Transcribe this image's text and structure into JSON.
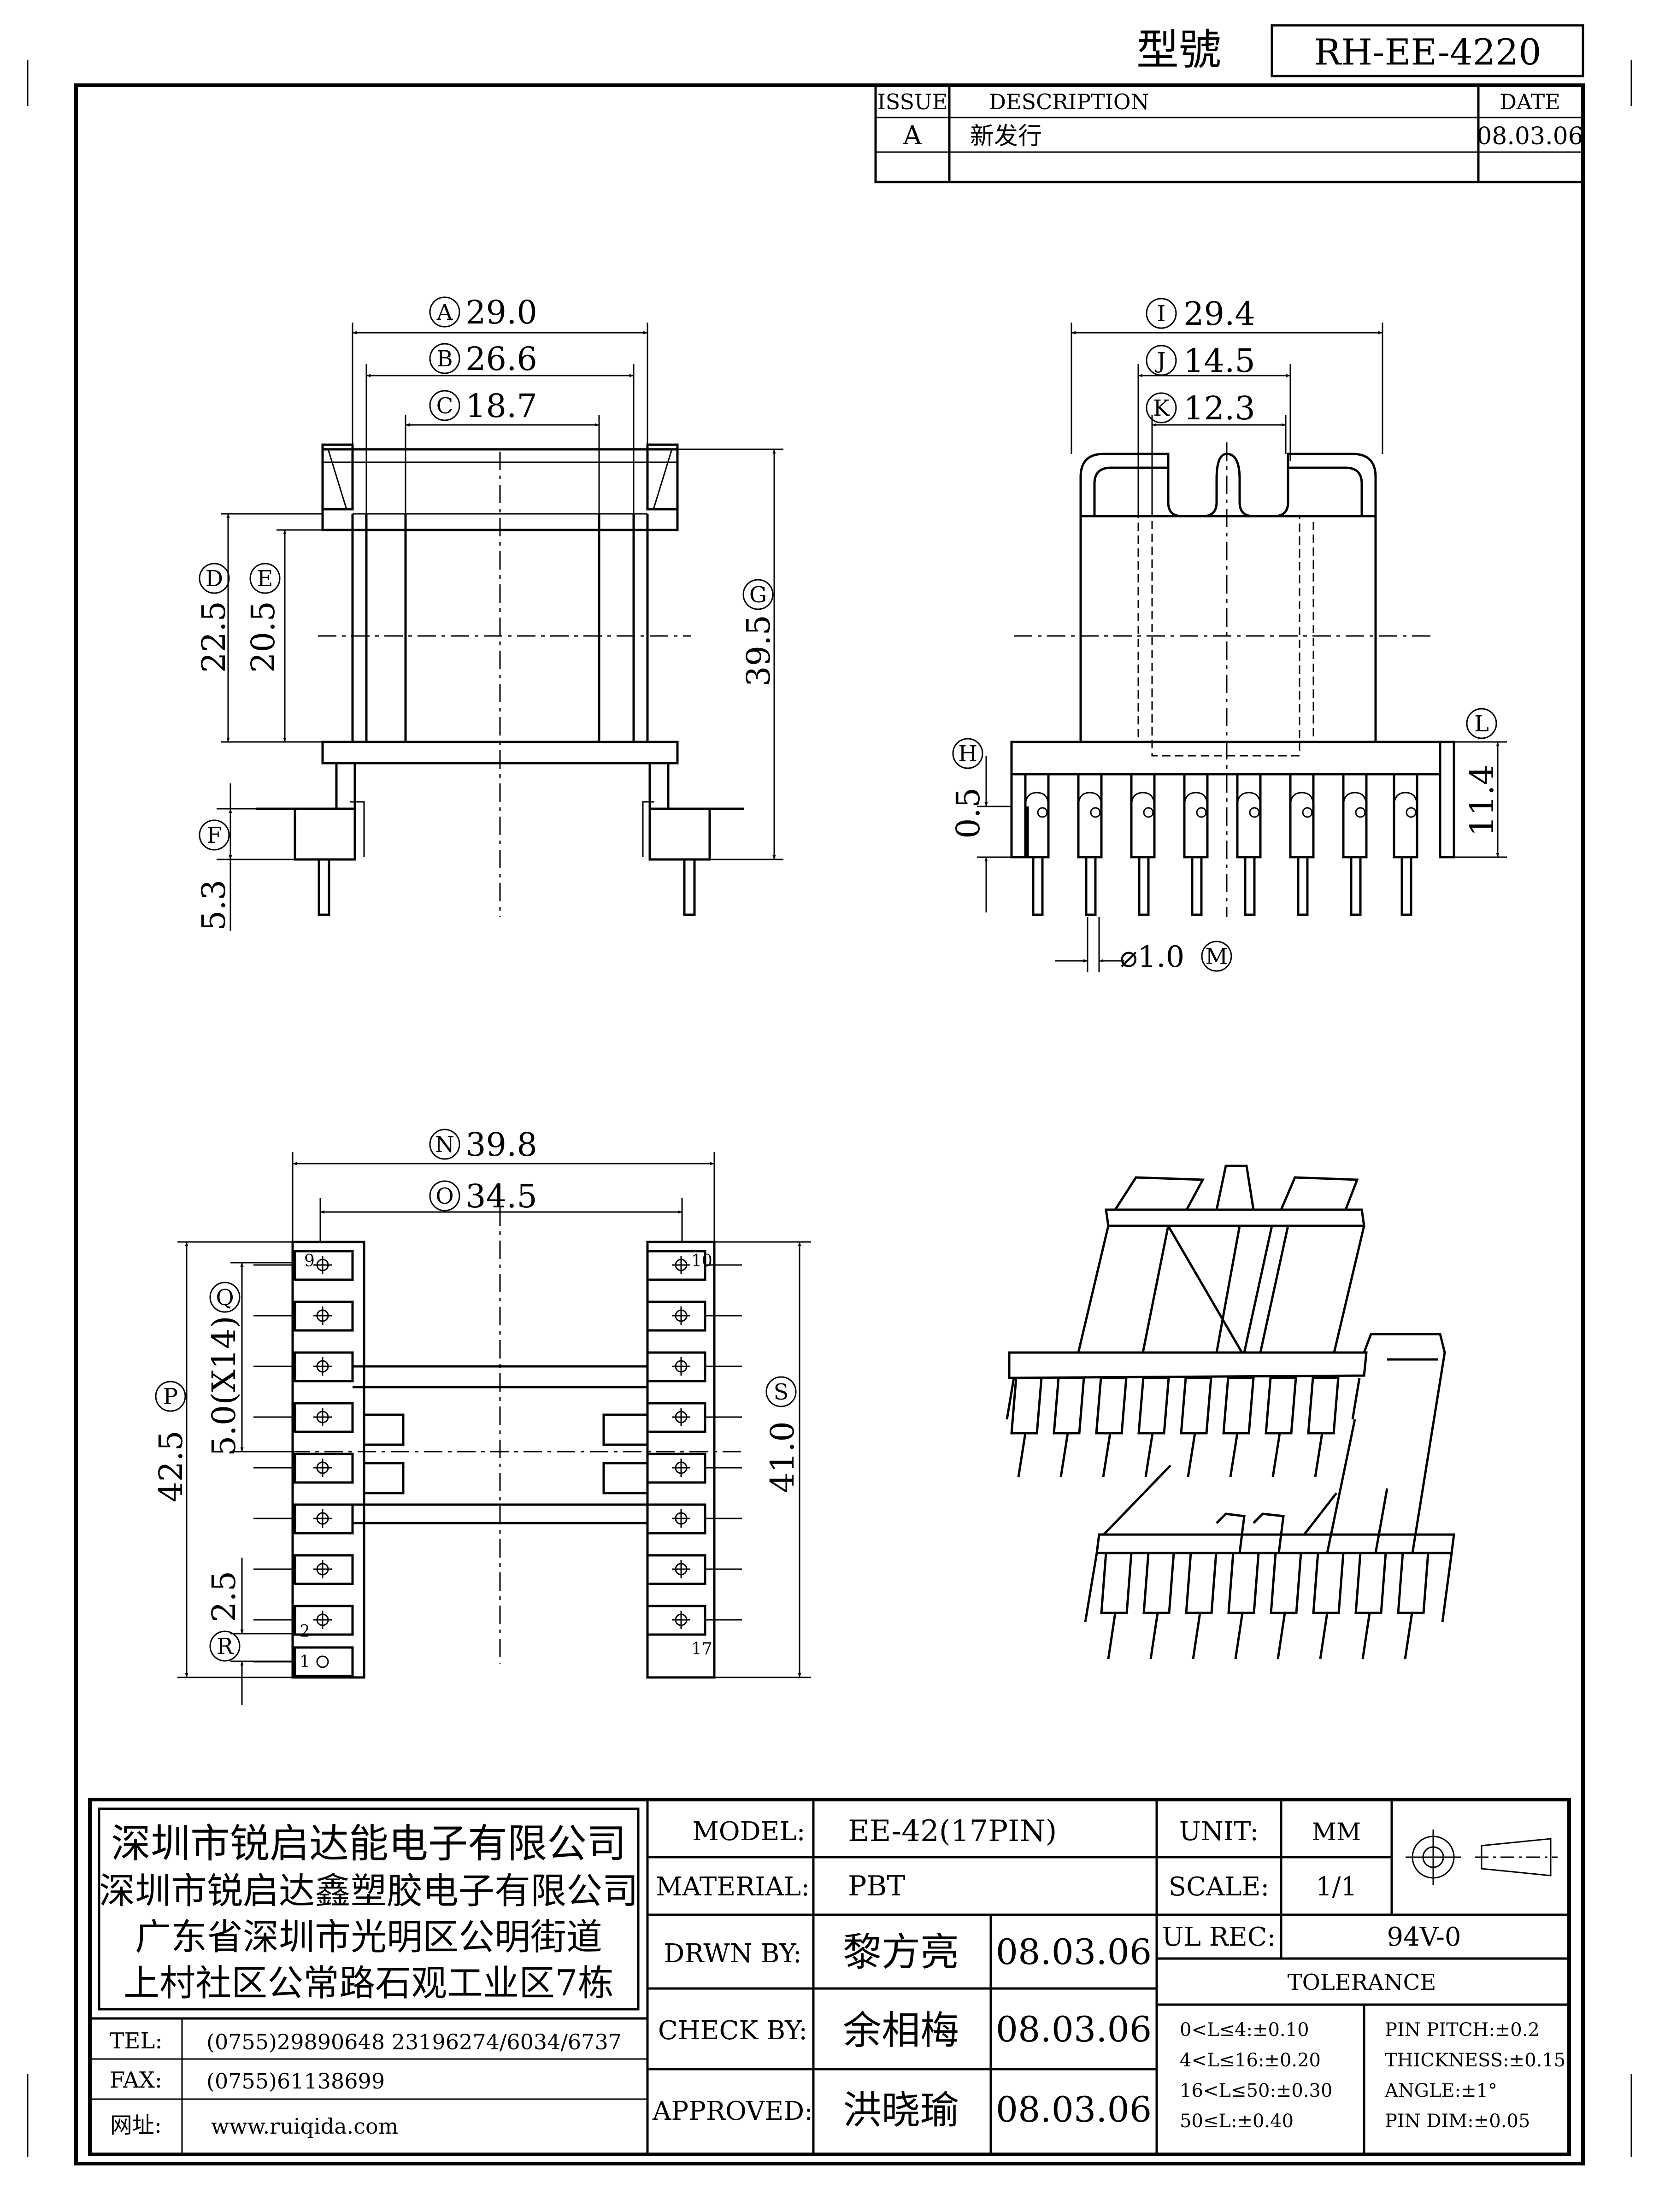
{
  "header": {
    "model_caption": "型號",
    "model_no": "RH-EE-4220"
  },
  "revision": {
    "col_issue": "ISSUE",
    "col_description": "DESCRIPTION",
    "col_date": "DATE",
    "rows": [
      {
        "issue": "A",
        "description": "新发行",
        "date": "08.03.06"
      }
    ]
  },
  "dims": {
    "A": "29.0",
    "B": "26.6",
    "C": "18.7",
    "D": "22.5",
    "E": "20.5",
    "G": "39.5",
    "F": "5.3",
    "H": "0.5",
    "I": "29.4",
    "J": "14.5",
    "K": "12.3",
    "L": "11.4",
    "M": "⌀1.0",
    "N": "39.8",
    "O": "34.5",
    "P": "42.5",
    "Q": "5.0(X14)",
    "R": "2.5",
    "S": "41.0"
  },
  "pin_numbers": {
    "top_left": "9",
    "top_right": "10",
    "bot_left_1": "2",
    "bot_left_2": "1",
    "bot_right": "17"
  },
  "company": {
    "name_1": "深圳市锐启达能电子有限公司",
    "name_2": "深圳市锐启达鑫塑胶电子有限公司",
    "address_1": "广东省深圳市光明区公明街道",
    "address_2": "上村社区公常路石观工业区7栋",
    "tel_label": "TEL:",
    "tel": "(0755)29890648  23196274/6034/6737",
    "fax_label": "FAX:",
    "fax": "(0755)61138699",
    "web_label": "网址:",
    "web": "www.ruiqida.com"
  },
  "title_block": {
    "model_label": "MODEL:",
    "model": "EE-42(17PIN)",
    "material_label": "MATERIAL:",
    "material": "PBT",
    "drawn_label": "DRWN BY:",
    "drawn_by": "黎方亮",
    "drawn_date": "08.03.06",
    "check_label": "CHECK BY:",
    "check_by": "余相梅",
    "check_date": "08.03.06",
    "approved_label": "APPROVED:",
    "approved_by": "洪晓瑜",
    "approved_date": "08.03.06",
    "unit_label": "UNIT:",
    "unit": "MM",
    "scale_label": "SCALE:",
    "scale": "1/1",
    "ul_label": "UL REC:",
    "ul": "94V-0",
    "tolerance_label": "TOLERANCE",
    "tol_1": "0<L≤4:±0.10",
    "tol_2": "4<L≤16:±0.20",
    "tol_3": "16<L≤50:±0.30",
    "tol_4": "50≤L:±0.40",
    "pin_pitch": "PIN PITCH:±0.2",
    "thickness": "THICKNESS:±0.15",
    "angle": "ANGLE:±1°",
    "pin_dim": "PIN DIM:±0.05"
  }
}
